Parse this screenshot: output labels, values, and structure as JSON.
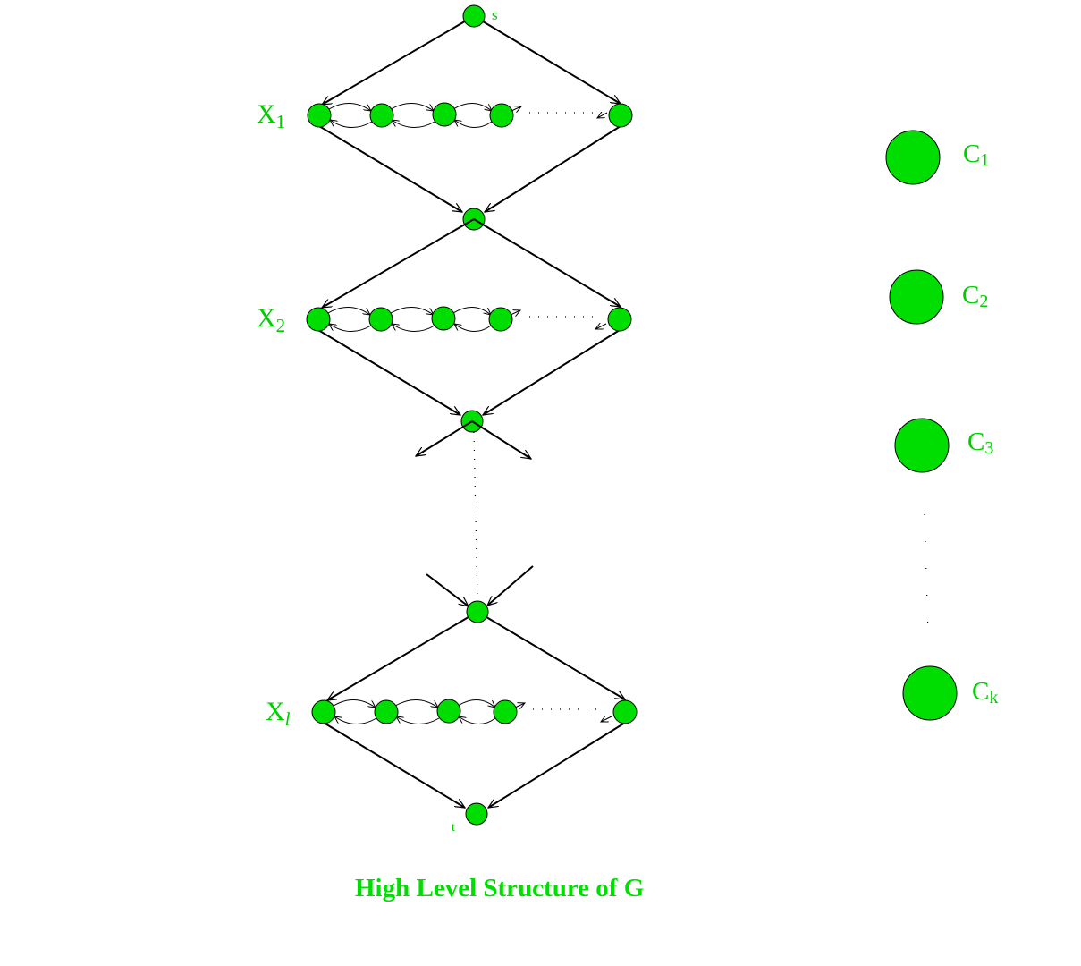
{
  "diagram": {
    "title": "High Level Structure of G",
    "source_label": "s",
    "sink_label": "t",
    "layer_labels": [
      {
        "base": "X",
        "sub": "1"
      },
      {
        "base": "X",
        "sub": "2"
      },
      {
        "base": "X",
        "sub": "l"
      }
    ],
    "clause_labels": [
      {
        "base": "C",
        "sub": "1"
      },
      {
        "base": "C",
        "sub": "2"
      },
      {
        "base": "C",
        "sub": "3"
      },
      {
        "base": "C",
        "sub": "k"
      }
    ],
    "colors": {
      "node_fill": "#00dd00",
      "label": "#00cc00",
      "edge": "#000000"
    }
  }
}
